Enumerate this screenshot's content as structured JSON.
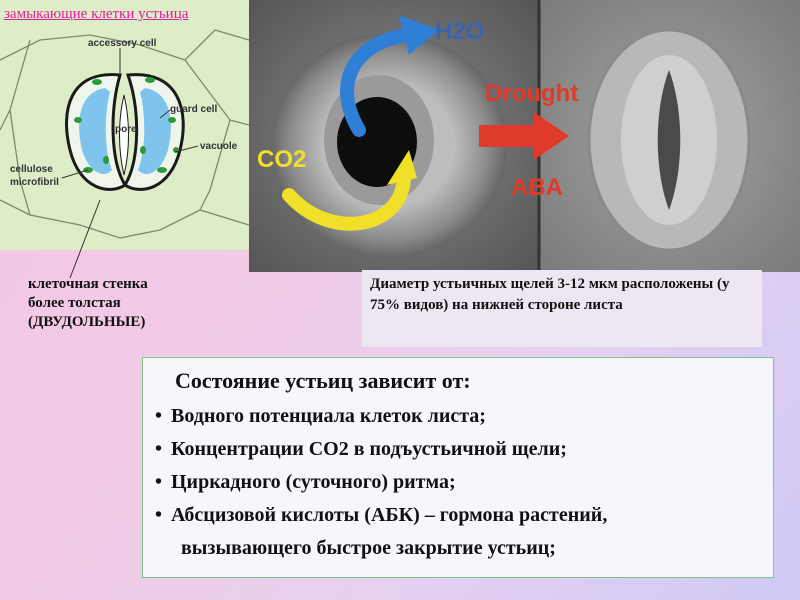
{
  "diagram": {
    "caption": "замыкающие клетки устьица",
    "labels": {
      "accessory_cell": "accessory cell",
      "guard_cell": "guard cell",
      "pore": "pore",
      "vacuole": "vacuole",
      "cellulose_microfibril": "cellulose\nmicrofibril"
    }
  },
  "photo_labels": {
    "h2o": "H2O",
    "drought": "Drought",
    "co2": "CO2",
    "aba": "ABA"
  },
  "notes": {
    "cell_wall": "клеточная стенка\nболее толстая\n(ДВУДОЛЬНЫЕ)",
    "diameter": "Диаметр устьичных щелей 3-12 мкм расположены (у 75% видов) на нижней стороне листа"
  },
  "info": {
    "title": "Состояние устьиц зависит от:",
    "items": [
      "Водного потенциала клеток листа;",
      "Концентрации СО2 в подъустьичной щели;",
      "Циркадного (суточного) ритма;",
      "Абсцизовой кислоты (АБК) – гормона растений,"
    ],
    "continuation": "вызывающего быстрое закрытие устьиц;"
  },
  "colors": {
    "caption": "#e0209a",
    "drought": "#e03a2a",
    "co2": "#f0e02a",
    "h2o_arrow": "#2f7fd6",
    "background_pink": "#f4c6e4",
    "background_violet": "#cfc9f5"
  }
}
